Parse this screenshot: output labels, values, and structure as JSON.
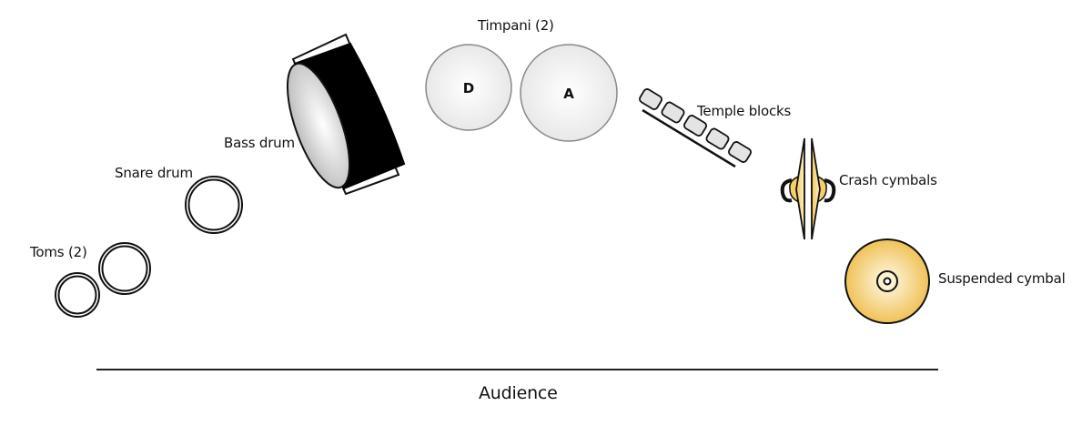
{
  "title": "Percussion setup diagram",
  "instruments": {
    "toms": {
      "label": "Toms (2)",
      "count": 2
    },
    "snare_drum": {
      "label": "Snare drum"
    },
    "bass_drum": {
      "label": "Bass drum"
    },
    "timpani": {
      "label": "Timpani (2)",
      "count": 2,
      "notes": [
        "D",
        "A"
      ]
    },
    "temple_blocks": {
      "label": "Temple blocks",
      "count": 5
    },
    "crash_cymbals": {
      "label": "Crash cymbals"
    },
    "suspended_cymbal": {
      "label": "Suspended cymbal"
    }
  },
  "audience": {
    "label": "Audience"
  },
  "colors": {
    "outline": "#111111",
    "timpani_fill": "#eeeeee",
    "cymbal_gold": "#f2c75c",
    "cymbal_light": "#fdf1cf",
    "block_fill": "#e4e4e4"
  }
}
